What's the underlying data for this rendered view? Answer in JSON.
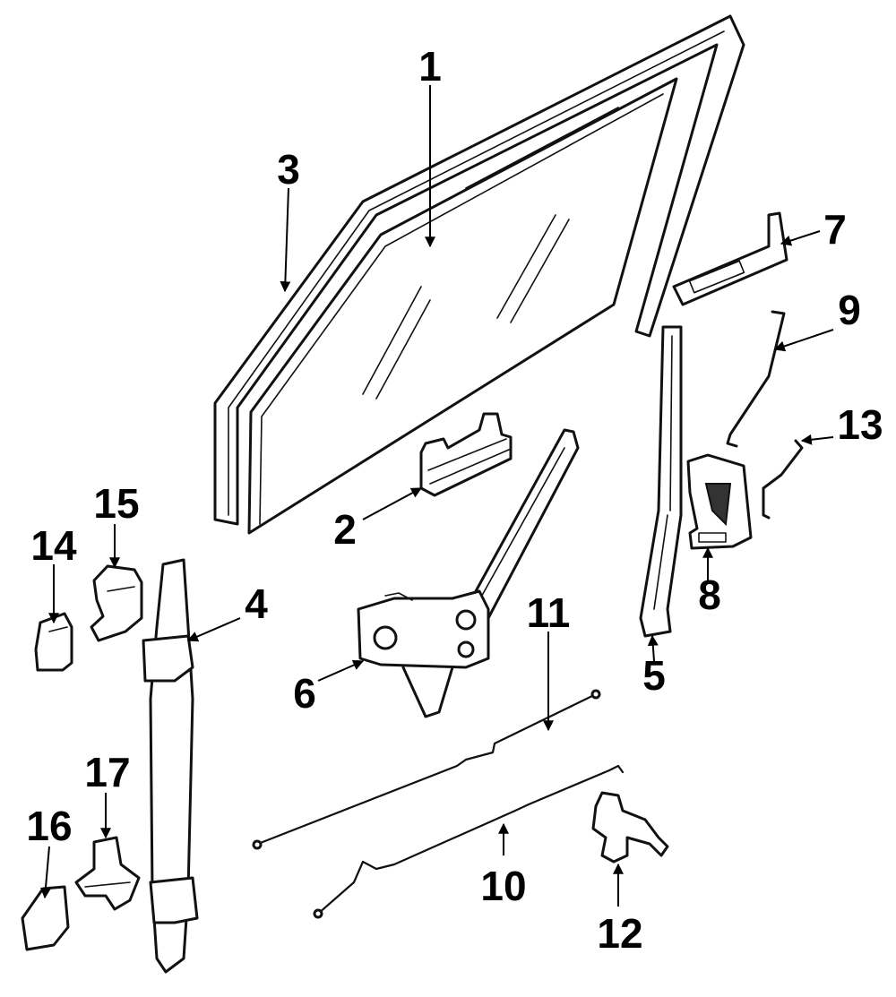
{
  "callouts": [
    {
      "id": "c1",
      "label": "1"
    },
    {
      "id": "c2",
      "label": "2"
    },
    {
      "id": "c3",
      "label": "3"
    },
    {
      "id": "c4",
      "label": "4"
    },
    {
      "id": "c5",
      "label": "5"
    },
    {
      "id": "c6",
      "label": "6"
    },
    {
      "id": "c7",
      "label": "7"
    },
    {
      "id": "c8",
      "label": "8"
    },
    {
      "id": "c9",
      "label": "9"
    },
    {
      "id": "c10",
      "label": "10"
    },
    {
      "id": "c11",
      "label": "11"
    },
    {
      "id": "c12",
      "label": "12"
    },
    {
      "id": "c13",
      "label": "13"
    },
    {
      "id": "c14",
      "label": "14"
    },
    {
      "id": "c15",
      "label": "15"
    },
    {
      "id": "c16",
      "label": "16"
    },
    {
      "id": "c17",
      "label": "17"
    }
  ],
  "colors": {
    "line": "#111111",
    "background": "#ffffff"
  }
}
